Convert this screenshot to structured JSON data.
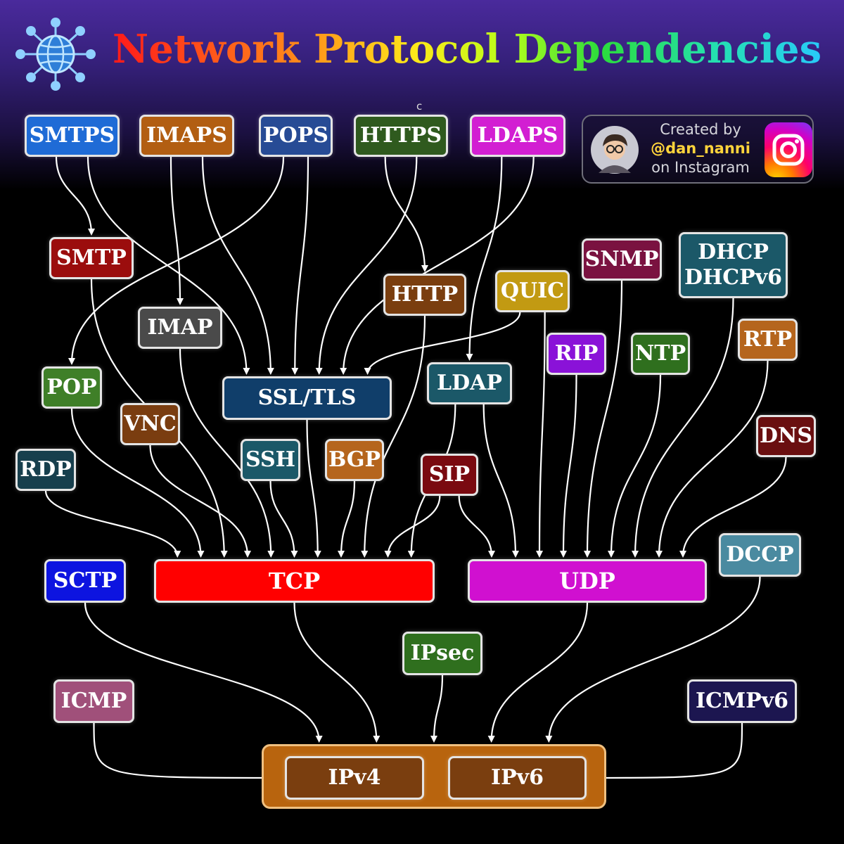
{
  "title": "Network Protocol Dependencies",
  "stray_mark": "c",
  "credit": {
    "line1": "Created by",
    "handle": "@dan_nanni",
    "line3": "on Instagram"
  },
  "icons": {
    "logo": "globe-network-icon",
    "avatar": "creator-avatar",
    "social": "instagram-icon"
  },
  "nodes": {
    "smtps": {
      "label": "SMTPS",
      "color": "#1f6bd6"
    },
    "imaps": {
      "label": "IMAPS",
      "color": "#b25e12"
    },
    "pops": {
      "label": "POPS",
      "color": "#274b95"
    },
    "https": {
      "label": "HTTPS",
      "color": "#2f5a1e"
    },
    "ldaps": {
      "label": "LDAPS",
      "color": "#d21fd2"
    },
    "smtp": {
      "label": "SMTP",
      "color": "#9b0d0d"
    },
    "imap": {
      "label": "IMAP",
      "color": "#4a4a4a"
    },
    "pop": {
      "label": "POP",
      "color": "#3f7f28"
    },
    "vnc": {
      "label": "VNC",
      "color": "#7a3d10"
    },
    "rdp": {
      "label": "RDP",
      "color": "#173f4d"
    },
    "ssl_tls": {
      "label": "SSL/TLS",
      "color": "#103e6a"
    },
    "ssh": {
      "label": "SSH",
      "color": "#1b5868"
    },
    "bgp": {
      "label": "BGP",
      "color": "#b5651d"
    },
    "http": {
      "label": "HTTP",
      "color": "#7a3e0f"
    },
    "quic": {
      "label": "QUIC",
      "color": "#c29a12"
    },
    "ldap": {
      "label": "LDAP",
      "color": "#1b5868"
    },
    "sip": {
      "label": "SIP",
      "color": "#7a0a10"
    },
    "snmp": {
      "label": "SNMP",
      "color": "#7a1240"
    },
    "dhcp": {
      "label": "DHCP\nDHCPv6",
      "color": "#1b5868"
    },
    "rip": {
      "label": "RIP",
      "color": "#8a12d8"
    },
    "ntp": {
      "label": "NTP",
      "color": "#2f6f1e"
    },
    "rtp": {
      "label": "RTP",
      "color": "#b5651d"
    },
    "dns": {
      "label": "DNS",
      "color": "#6a0f10"
    },
    "sctp": {
      "label": "SCTP",
      "color": "#0d14e0"
    },
    "tcp": {
      "label": "TCP",
      "color": "#ff0000"
    },
    "udp": {
      "label": "UDP",
      "color": "#d010d0"
    },
    "dccp": {
      "label": "DCCP",
      "color": "#4a8aa0"
    },
    "ipsec": {
      "label": "IPsec",
      "color": "#2f6f1e"
    },
    "icmp": {
      "label": "ICMP",
      "color": "#a0507a"
    },
    "icmpv6": {
      "label": "ICMPv6",
      "color": "#1c1650"
    },
    "ipv4": {
      "label": "IPv4",
      "color": "#7a3e0f"
    },
    "ipv6": {
      "label": "IPv6",
      "color": "#7a3e0f"
    }
  },
  "ip_container_color": "#b8640e",
  "edges": [
    [
      "smtps",
      "smtp"
    ],
    [
      "smtps",
      "ssl_tls"
    ],
    [
      "imaps",
      "imap"
    ],
    [
      "imaps",
      "ssl_tls"
    ],
    [
      "pops",
      "pop"
    ],
    [
      "pops",
      "ssl_tls"
    ],
    [
      "https",
      "http"
    ],
    [
      "https",
      "ssl_tls"
    ],
    [
      "ldaps",
      "ldap"
    ],
    [
      "ldaps",
      "ssl_tls"
    ],
    [
      "quic",
      "ssl_tls"
    ],
    [
      "quic",
      "udp"
    ],
    [
      "smtp",
      "tcp"
    ],
    [
      "imap",
      "tcp"
    ],
    [
      "pop",
      "tcp"
    ],
    [
      "vnc",
      "tcp"
    ],
    [
      "rdp",
      "tcp"
    ],
    [
      "ssl_tls",
      "tcp"
    ],
    [
      "ssh",
      "tcp"
    ],
    [
      "bgp",
      "tcp"
    ],
    [
      "http",
      "tcp"
    ],
    [
      "ldap",
      "tcp"
    ],
    [
      "ldap",
      "udp"
    ],
    [
      "sip",
      "tcp"
    ],
    [
      "sip",
      "udp"
    ],
    [
      "snmp",
      "udp"
    ],
    [
      "dhcp",
      "udp"
    ],
    [
      "rip",
      "udp"
    ],
    [
      "ntp",
      "udp"
    ],
    [
      "rtp",
      "udp"
    ],
    [
      "dns",
      "udp"
    ],
    [
      "sctp",
      "ip"
    ],
    [
      "tcp",
      "ip"
    ],
    [
      "udp",
      "ip"
    ],
    [
      "dccp",
      "ip"
    ],
    [
      "ipsec",
      "ip"
    ],
    [
      "icmp",
      "ipv4"
    ],
    [
      "icmpv6",
      "ipv6"
    ]
  ]
}
